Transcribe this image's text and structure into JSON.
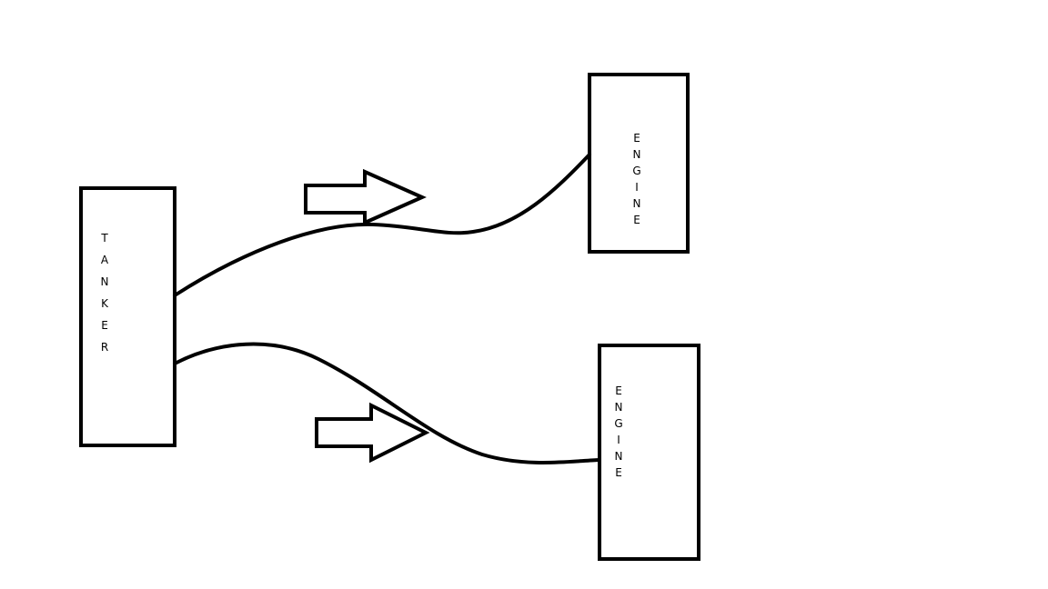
{
  "diagram": {
    "tanker": {
      "label": "TANKER"
    },
    "engines": [
      {
        "label": "ENGINE"
      },
      {
        "label": "ENGINE"
      }
    ],
    "flows": [
      {
        "from": "tanker",
        "to": "engine-1",
        "arrow": "right"
      },
      {
        "from": "tanker",
        "to": "engine-2",
        "arrow": "right"
      }
    ],
    "colors": {
      "stroke": "#000000",
      "background": "#ffffff"
    }
  }
}
